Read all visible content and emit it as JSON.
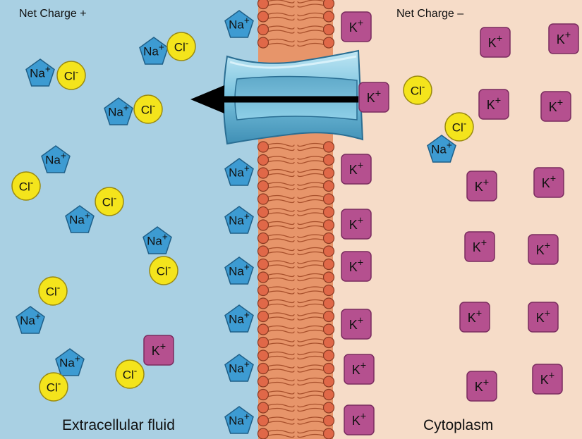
{
  "labels": {
    "net_charge_left": "Net Charge +",
    "net_charge_right": "Net Charge –",
    "extracellular": "Extracellular fluid",
    "cytoplasm": "Cytoplasm"
  },
  "ions": {
    "na": {
      "symbol": "Na",
      "charge": "+"
    },
    "cl": {
      "symbol": "Cl",
      "charge": "-"
    },
    "k": {
      "symbol": "K",
      "charge": "+"
    }
  },
  "colors": {
    "extracellular_bg": "#a9d0e3",
    "cytoplasm_bg": "#f6dcc8",
    "membrane_bg": "#e7956a",
    "lipid_head": "#e06848",
    "na_fill": "#3d9bd2",
    "cl_fill": "#f4e41c",
    "k_fill": "#b5508f",
    "channel": "#74bfdc",
    "arrow": "#000000"
  }
}
